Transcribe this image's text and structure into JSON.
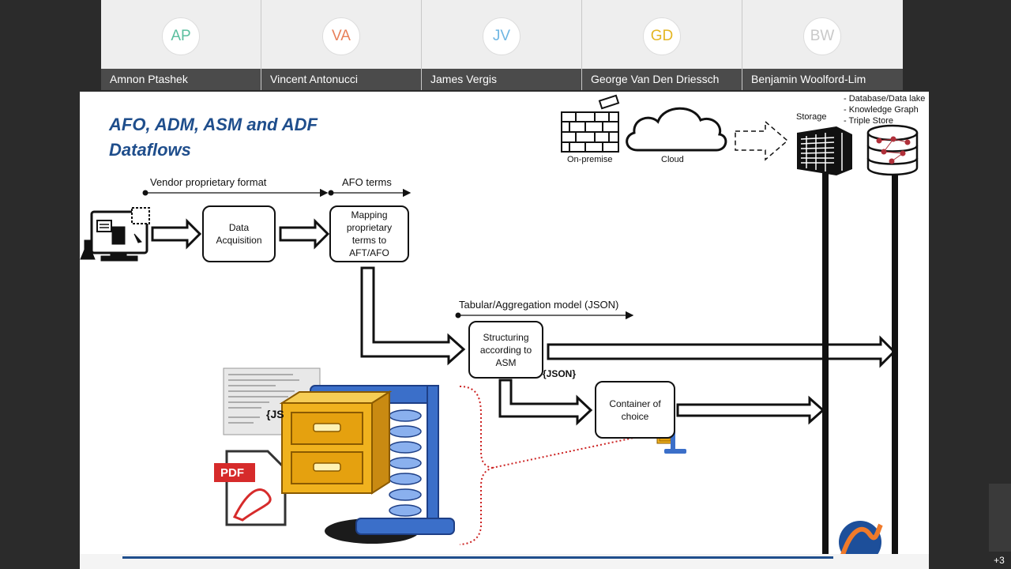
{
  "participants": [
    {
      "initials": "AP",
      "name": "Amnon Ptashek",
      "color": "#5bbf9f"
    },
    {
      "initials": "VA",
      "name": "Vincent Antonucci",
      "color": "#e8805a"
    },
    {
      "initials": "JV",
      "name": "James Vergis",
      "color": "#6fb6e3"
    },
    {
      "initials": "GD",
      "name": "George Van Den Driessch",
      "color": "#e4b622"
    },
    {
      "initials": "BW",
      "name": "Benjamin Woolford-Lim",
      "color": "#c9c9c9"
    }
  ],
  "overflow_count": "+3",
  "slide": {
    "title": "AFO, ADM, ASM and ADF Dataflows",
    "labels": {
      "vendor": "Vendor proprietary format",
      "afo_terms": "AFO terms",
      "tabular": "Tabular/Aggregation model (JSON)",
      "on_premise": "On-premise",
      "cloud": "Cloud",
      "storage": "Storage",
      "json_tag": "{JSON}"
    },
    "boxes": {
      "data_acquisition": "Data Acquisition",
      "mapping": "Mapping proprietary terms to AFT/AFO",
      "structuring": "Structuring according to ASM",
      "container": "Container of choice"
    },
    "storage_types": [
      "Database/Data lake",
      "Knowledge Graph",
      "Triple Store"
    ],
    "pdf_label": "PDF",
    "json_card_tag": "{JS"
  },
  "colors": {
    "title": "#1f4e8c",
    "red_dotted": "#cc2222",
    "zip_yellow": "#f0b21e",
    "spring_blue": "#3b6fc9"
  },
  "icons": [
    "lab-computer-icon",
    "firewall-icon",
    "cloud-icon",
    "server-icon",
    "database-icon",
    "zip-archive-icon",
    "pdf-icon",
    "json-document-icon",
    "company-logo-icon"
  ]
}
